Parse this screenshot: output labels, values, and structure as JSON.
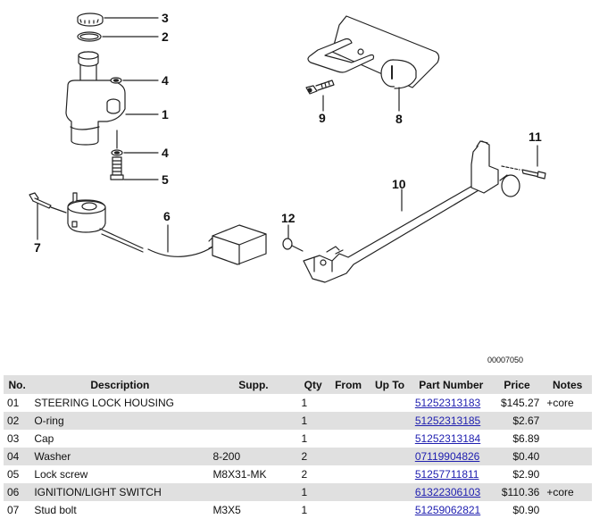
{
  "diagram": {
    "id": "00007050",
    "callouts": [
      "1",
      "2",
      "3",
      "4",
      "4",
      "5",
      "6",
      "7",
      "8",
      "9",
      "10",
      "11",
      "12"
    ]
  },
  "table": {
    "headers": {
      "no": "No.",
      "description": "Description",
      "supp": "Supp.",
      "qty": "Qty",
      "from": "From",
      "up_to": "Up To",
      "part_number": "Part Number",
      "price": "Price",
      "notes": "Notes"
    },
    "rows": [
      {
        "no": "01",
        "description": "STEERING LOCK HOUSING",
        "supp": "",
        "qty": "1",
        "from": "",
        "up_to": "",
        "part_number": "51252313183",
        "price": "$145.27",
        "notes": "+core"
      },
      {
        "no": "02",
        "description": "O-ring",
        "supp": "",
        "qty": "1",
        "from": "",
        "up_to": "",
        "part_number": "51252313185",
        "price": "$2.67",
        "notes": ""
      },
      {
        "no": "03",
        "description": "Cap",
        "supp": "",
        "qty": "1",
        "from": "",
        "up_to": "",
        "part_number": "51252313184",
        "price": "$6.89",
        "notes": ""
      },
      {
        "no": "04",
        "description": "Washer",
        "supp": "8-200",
        "qty": "2",
        "from": "",
        "up_to": "",
        "part_number": "07119904826",
        "price": "$0.40",
        "notes": ""
      },
      {
        "no": "05",
        "description": "Lock screw",
        "supp": "M8X31-MK",
        "qty": "2",
        "from": "",
        "up_to": "",
        "part_number": "51257711811",
        "price": "$2.90",
        "notes": ""
      },
      {
        "no": "06",
        "description": "IGNITION/LIGHT SWITCH",
        "supp": "",
        "qty": "1",
        "from": "",
        "up_to": "",
        "part_number": "61322306103",
        "price": "$110.36",
        "notes": "+core"
      },
      {
        "no": "07",
        "description": "Stud bolt",
        "supp": "M3X5",
        "qty": "1",
        "from": "",
        "up_to": "",
        "part_number": "51259062821",
        "price": "$0.90",
        "notes": ""
      }
    ]
  }
}
